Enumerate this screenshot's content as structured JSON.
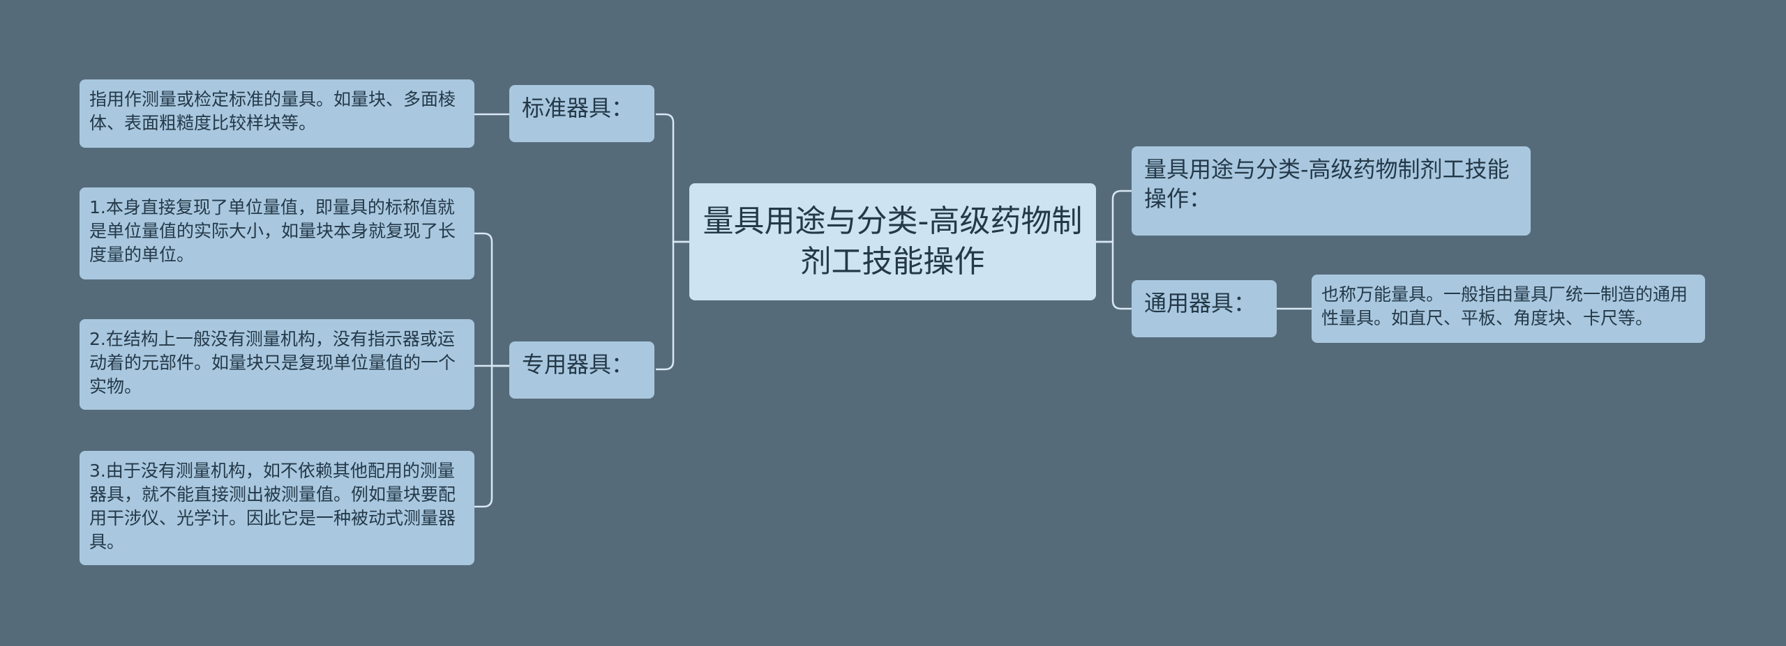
{
  "colors": {
    "background": "#566b7a",
    "root_fill": "#cde3f1",
    "node_fill": "#a9c8df",
    "connector": "#d8e8f4",
    "text": "#243848"
  },
  "mindmap": {
    "root": "量具用途与分类-高级药物制剂工技能操作",
    "left": [
      {
        "label": "标准器具：",
        "details": [
          "指用作测量或检定标准的量具。如量块、多面棱体、表面粗糙度比较样块等。"
        ]
      },
      {
        "label": "专用器具：",
        "details": [
          "1.本身直接复现了单位量值，即量具的标称值就是单位量值的实际大小，如量块本身就复现了长度量的单位。",
          "2.在结构上一般没有测量机构，没有指示器或运动着的元部件。如量块只是复现单位量值的一个实物。",
          "3.由于没有测量机构，如不依赖其他配用的测量器具，就不能直接测出被测量值。例如量块要配用干涉仪、光学计。因此它是一种被动式测量器具。"
        ]
      }
    ],
    "right": [
      {
        "label": "量具用途与分类-高级药物制剂工技能操作：",
        "details": []
      },
      {
        "label": "通用器具：",
        "details": [
          "也称万能量具。一般指由量具厂统一制造的通用性量具。如直尺、平板、角度块、卡尺等。"
        ]
      }
    ]
  }
}
